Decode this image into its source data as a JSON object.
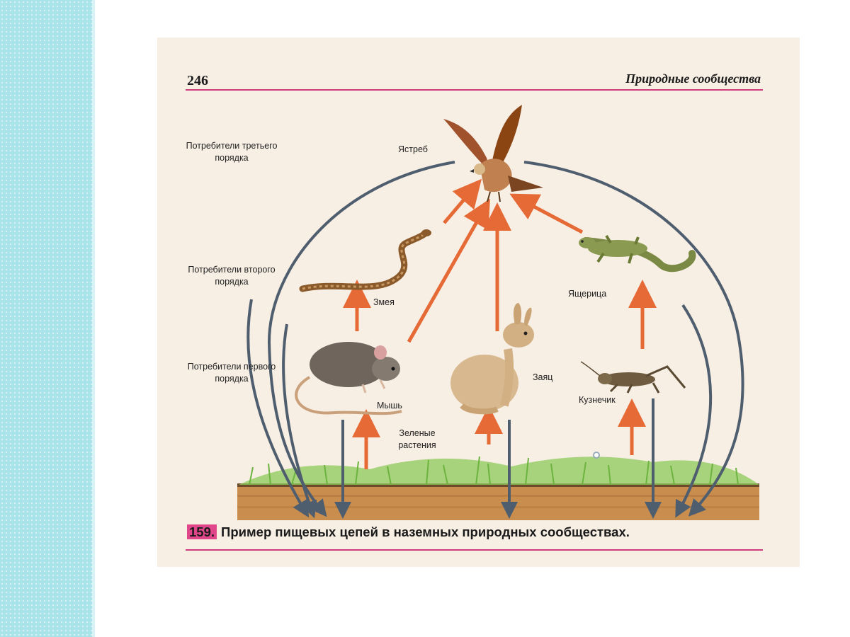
{
  "page": {
    "number": "246",
    "section_title": "Природные сообщества"
  },
  "levels": {
    "third": "Потребители третьего порядка",
    "second": "Потребители второго порядка",
    "first": "Потребители первого порядка"
  },
  "organisms": {
    "hawk": "Ястреб",
    "snake": "Змея",
    "lizard": "Ящерица",
    "mouse": "Мышь",
    "hare": "Заяц",
    "grasshopper": "Кузнечик",
    "plants": "Зеленые растения"
  },
  "caption": {
    "number": "159.",
    "text": "Пример пищевых цепей в наземных природных сообществах."
  },
  "colors": {
    "background_strip": "#a9e3ea",
    "page": "#f7eee4",
    "rule": "#cf3c7e",
    "feeding_arrow": "#e56a35",
    "decomposition_arrow": "#4f5e6e",
    "soil": "#c98e4e",
    "grass": "#6db33f"
  },
  "icons": [
    "hawk-icon",
    "snake-icon",
    "lizard-icon",
    "mouse-icon",
    "hare-icon",
    "grasshopper-icon",
    "grass-icon",
    "soil-strip"
  ]
}
